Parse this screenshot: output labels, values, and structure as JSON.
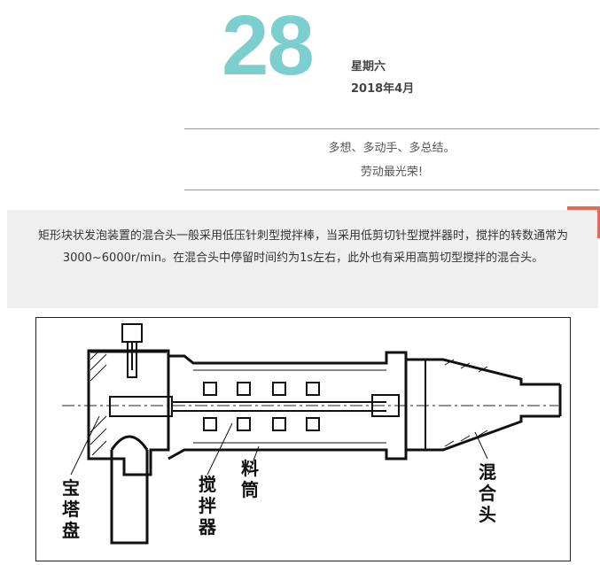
{
  "header": {
    "day": "28",
    "weekday": "星期六",
    "year_month": "2018年4月"
  },
  "motto": {
    "line1": "多想、多动手、多总结。",
    "line2": "劳动最光荣!"
  },
  "callout": {
    "text": "矩形块状发泡装置的混合头一般采用低压针刺型搅拌棒，当采用低剪切针型搅拌器时，搅拌的转数通常为3000~6000r/min。在混合头中停留时间约为1s左右，此外也有采用高剪切型搅拌的混合头。",
    "accent_color": "#e26a5a",
    "date_color": "#7ccfcf"
  },
  "figure": {
    "labels": {
      "pulley": "宝塔盘",
      "stirrer": "搅拌器",
      "barrel": "料筒",
      "mixing_head": "混合头"
    }
  }
}
